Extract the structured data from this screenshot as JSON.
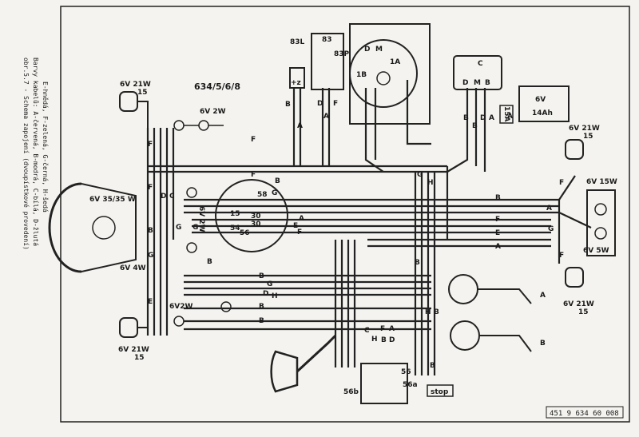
{
  "model": "634/5/6/8",
  "drawing_number": "451 9 634 60 008",
  "side_caption": {
    "line1": "obr.5.7 - Schema zapojení (dvoupístkové provedení)",
    "line2": "Barvy kabelů: A-červená, B-modrá, C-bílá, D-žlutá",
    "line3": "E-hnědá, F-zelená, G-černá, H-šedá"
  },
  "bulbs": {
    "front_left_indicator": {
      "v": "6V",
      "w": "21",
      "unit": "W",
      "sub": "15"
    },
    "rear_left_indicator": {
      "v": "6V",
      "w": "21",
      "unit": "W",
      "sub": "15"
    },
    "front_right_indicator": {
      "v": "6V",
      "w": "21",
      "unit": "W",
      "sub": "15"
    },
    "rear_right_indicator": {
      "v": "6V",
      "w": "21",
      "unit": "W",
      "sub": "15"
    },
    "dash_lamp_top": "6V 2W",
    "dash_lamp_bottom": "6V2W",
    "headlamp_main": "6V 35/35 W",
    "headlamp_park": "6V 4W",
    "tail_lamp": "6V 15W",
    "stop_lamp": "6V  5W",
    "instrument_lamp": "6V 2W"
  },
  "battery": {
    "voltage": "6V",
    "capacity": "14Ah"
  },
  "fuse": "15A",
  "regulator_terminals": [
    "D",
    "M",
    "B"
  ],
  "regulator_extra": "C",
  "dynamo_terminals": [
    "D",
    "M",
    "1A",
    "1B"
  ],
  "switch_block": {
    "terminals": [
      "83L",
      "83",
      "83P"
    ],
    "plus": "+z"
  },
  "ignition": {
    "terminals": [
      "58",
      "15",
      "30",
      "30",
      "54",
      "56"
    ]
  },
  "dimmer": {
    "terminals": [
      "56",
      "56a",
      "56b"
    ]
  },
  "stop_switch": "stop",
  "ignition_coil_labels": [
    "A",
    "B"
  ],
  "wire_letters": [
    "A",
    "B",
    "C",
    "D",
    "E",
    "F",
    "G",
    "H"
  ]
}
